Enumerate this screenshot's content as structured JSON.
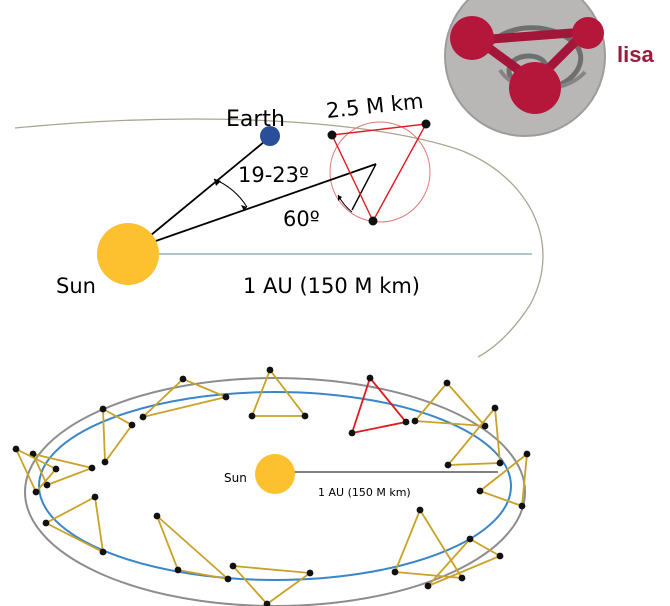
{
  "logo": {
    "text": "lisa",
    "colors": {
      "ring": "#b8b6b4",
      "node": "#b5173b",
      "arm": "#a3163a",
      "swirl": "#7a7a7a"
    }
  },
  "top_diagram": {
    "labels": {
      "earth": "Earth",
      "arm_length": "2.5 M km",
      "trailing_angle": "19-23º",
      "tilt_angle": "60º",
      "sun": "Sun",
      "distance": "1 AU (150 M km)"
    },
    "colors": {
      "sun": "#fdc02f",
      "earth": "#2a4f9a",
      "triangle": "#e0191f",
      "orbit": "#a9a58f",
      "halo": "#e06a6f"
    }
  },
  "bottom_diagram": {
    "labels": {
      "sun": "Sun",
      "distance": "1 AU (150 M km)"
    },
    "colors": {
      "sun": "#fdc02f",
      "earth_orbit": "#3a86c8",
      "outer_ring": "#8d8d8d",
      "triangle": "#c9a227",
      "highlight": "#e0191f"
    }
  }
}
